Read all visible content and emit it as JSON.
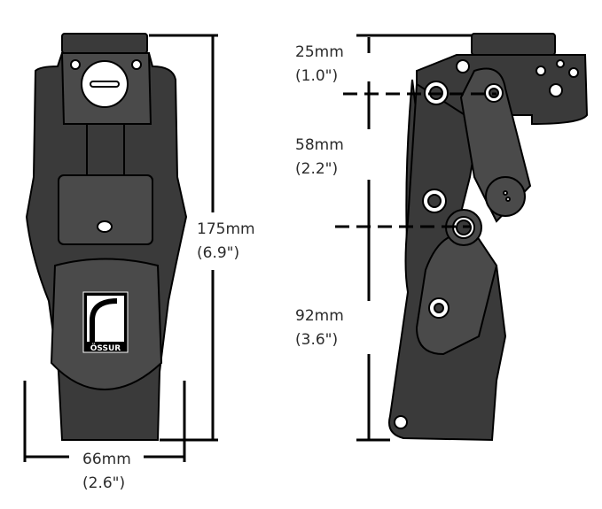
{
  "front_view": {
    "height_label": "175mm",
    "height_label_in": "(6.9\")",
    "width_label": "66mm",
    "width_label_in": "(2.6\")",
    "logo_text": "ÖSSUR"
  },
  "side_view": {
    "top_label": "25mm",
    "top_label_in": "(1.0\")",
    "mid_label": "58mm",
    "mid_label_in": "(2.2\")",
    "bottom_label": "92mm",
    "bottom_label_in": "(3.6\")"
  },
  "colors": {
    "body": "#3a3a3a",
    "text": "#2b2b2b"
  }
}
